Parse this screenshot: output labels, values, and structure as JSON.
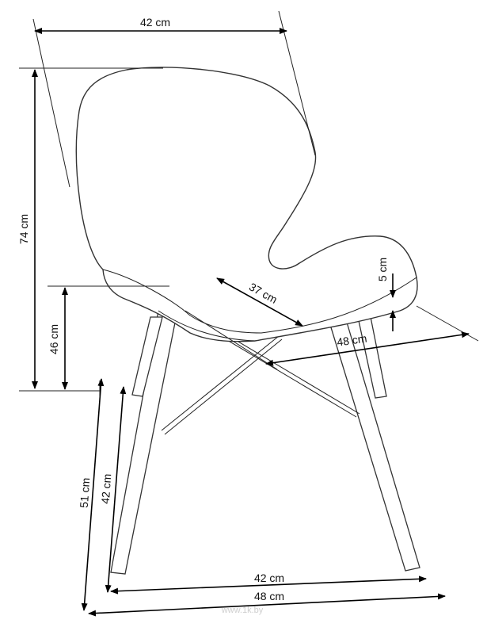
{
  "dimensions": {
    "back_width": "42 cm",
    "total_height": "74 cm",
    "seat_height": "46 cm",
    "seat_depth_diag": "37 cm",
    "seat_thickness": "5 cm",
    "seat_depth": "48 cm",
    "leg_height_outer": "51 cm",
    "leg_height_inner": "42 cm",
    "base_width_inner": "42 cm",
    "base_width_outer": "48 cm"
  },
  "watermark": {
    "logo": "1k",
    "url": "www.1k.by"
  }
}
